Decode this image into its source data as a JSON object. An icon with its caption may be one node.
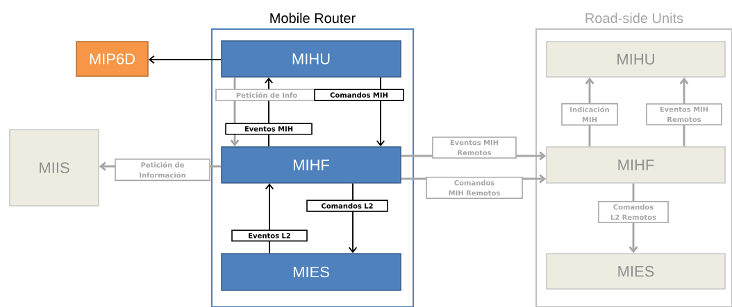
{
  "diagram": {
    "nodes": [
      {
        "text": [
          "Mobile Router"
        ]
      },
      {
        "text": [
          "MIHU"
        ],
        "in": 0
      },
      {
        "text": [
          "MIHF"
        ],
        "in": 0
      },
      {
        "text": [
          "MIES"
        ],
        "in": 0
      },
      {
        "text": [
          "MIP6D"
        ]
      },
      {
        "text": [
          "MIIS"
        ]
      },
      {
        "text": [
          "Road-side Units"
        ]
      },
      {
        "text": [
          "MIHU"
        ],
        "in": 6
      },
      {
        "text": [
          "MIHF"
        ],
        "in": 6
      },
      {
        "text": [
          "MIES"
        ],
        "in": 6
      }
    ],
    "edges": [
      {
        "from": 1,
        "to": 4,
        "arrow": "to",
        "color": "#000000"
      },
      {
        "from": 1,
        "to": 2,
        "arrow": "to",
        "label": "Petición de Info"
      },
      {
        "from": 2,
        "to": 1,
        "arrow": "to",
        "label": "Eventos MIH",
        "color": "#000000"
      },
      {
        "from": 1,
        "to": 2,
        "arrow": "to",
        "label": "Comandos MIH",
        "color": "#000000"
      },
      {
        "from": 2,
        "to": 5,
        "arrow": "to",
        "label": "Petición de Información"
      },
      {
        "from": 2,
        "to": 8,
        "arrow": "to",
        "label": "Eventos MIH Remotos"
      },
      {
        "from": 2,
        "to": 8,
        "arrow": "to",
        "label": "Comandos MIH Remotos"
      },
      {
        "from": 3,
        "to": 2,
        "arrow": "to",
        "label": "Eventos L2",
        "color": "#000000"
      },
      {
        "from": 2,
        "to": 3,
        "arrow": "to",
        "label": "Comandos L2",
        "color": "#000000"
      },
      {
        "from": 8,
        "to": 7,
        "arrow": "to",
        "label": "Indicación MIH"
      },
      {
        "from": 8,
        "to": 7,
        "arrow": "to",
        "label": "Eventos MIH Remotos"
      },
      {
        "from": 8,
        "to": 9,
        "arrow": "to",
        "label": "Comandos L2 Remotos"
      }
    ]
  }
}
